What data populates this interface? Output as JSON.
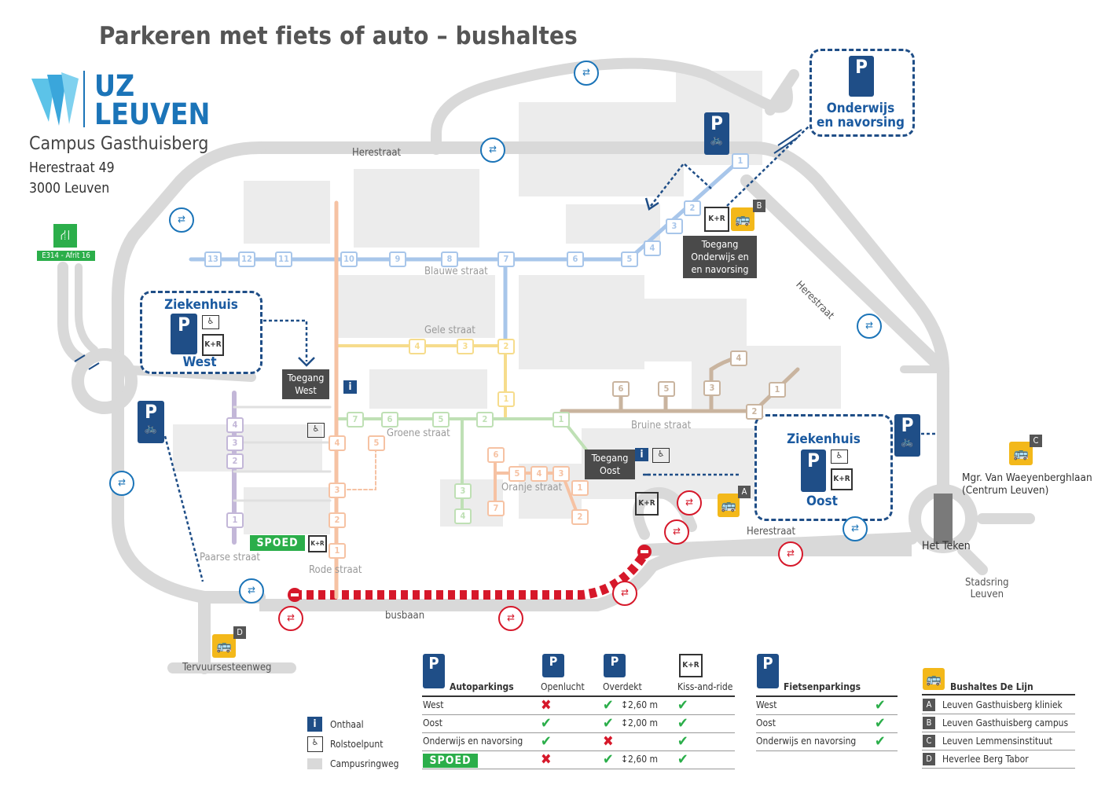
{
  "title": "Parkeren met fiets of auto – bushaltes",
  "logo": {
    "line1": "UZ",
    "line2": "LEUVEN"
  },
  "campus": "Campus Gasthuisberg",
  "address": {
    "street": "Herestraat 49",
    "city": "3000 Leuven"
  },
  "highway": {
    "exit": "E314 - Afrit 16"
  },
  "streets": {
    "herestraat_top": "Herestraat",
    "herestraat_right": "Herestraat",
    "herestraat_bottom": "Herestraat",
    "busbaan": "busbaan",
    "tervuursesteenweg": "Tervuursesteenweg",
    "stadsring": "Stadsring\nLeuven",
    "het_teken": "Het Teken",
    "mgr": "Mgr. Van Waeyenberghlaan",
    "centrum": "(Centrum Leuven)"
  },
  "corridors": {
    "blauw": "Blauwe straat",
    "geel": "Gele straat",
    "groen": "Groene straat",
    "bruin": "Bruine straat",
    "oranje": "Oranje straat",
    "rood": "Rode straat",
    "paars": "Paarse straat"
  },
  "zones": {
    "west": {
      "line1": "Ziekenhuis",
      "line2": "West"
    },
    "oost": {
      "line1": "Ziekenhuis",
      "line2": "Oost"
    },
    "onderwijs": {
      "line1": "Onderwijs",
      "line2": "en navorsing"
    }
  },
  "entrances": {
    "west": "Toegang\nWest",
    "oost": "Toegang\nOost",
    "onderwijs": "Toegang\nOnderwijs en\nen navorsing"
  },
  "spoed": "SPOED",
  "kr": "K+R",
  "bus_stops": [
    "A",
    "B",
    "C",
    "D"
  ],
  "legend": {
    "autoparkings": {
      "heading": "Autoparkings",
      "columns": [
        "Openlucht",
        "Overdekt",
        "Kiss-and-ride"
      ],
      "rows": [
        {
          "name": "West",
          "openlucht": "cross",
          "overdekt": "check",
          "height": "2,60 m",
          "kiss": "check"
        },
        {
          "name": "Oost",
          "openlucht": "check",
          "overdekt": "check",
          "height": "2,00 m",
          "kiss": "check"
        },
        {
          "name": "Onderwijs en navorsing",
          "openlucht": "check",
          "overdekt": "cross",
          "height": "",
          "kiss": "check"
        },
        {
          "name": "SPOED",
          "openlucht": "cross",
          "overdekt": "check",
          "height": "2,60 m",
          "kiss": "check"
        }
      ]
    },
    "fietsen": {
      "heading": "Fietsenparkings",
      "rows": [
        {
          "name": "West",
          "value": "check"
        },
        {
          "name": "Oost",
          "value": "check"
        },
        {
          "name": "Onderwijs en navorsing",
          "value": "check"
        }
      ]
    },
    "bus": {
      "heading": "Bushaltes De Lijn",
      "rows": [
        {
          "letter": "A",
          "name": "Leuven Gasthuisberg kliniek"
        },
        {
          "letter": "B",
          "name": "Leuven Gasthuisberg campus"
        },
        {
          "letter": "C",
          "name": "Leuven Lemmensinstituut"
        },
        {
          "letter": "D",
          "name": "Heverlee Berg Tabor"
        }
      ]
    },
    "symbols": {
      "onthaal": "Onthaal",
      "rolstoel": "Rolstoelpunt",
      "ring": "Campusringweg"
    }
  },
  "colors": {
    "road": "#d9d9d9",
    "building": "#ececec",
    "blue_corridor": "#a8c6ea",
    "yellow_corridor": "#f6dc8c",
    "green_corridor": "#bfe0b5",
    "brown_corridor": "#c9b49f",
    "orange_corridor": "#f6c2a3",
    "purple_corridor": "#c3b7d8",
    "parking_blue": "#1f4e87",
    "bus_yellow": "#f3b81a",
    "red_busbaan": "#d6182a",
    "spoed_green": "#2bae4a",
    "logo_blue": "#1b74b8"
  }
}
